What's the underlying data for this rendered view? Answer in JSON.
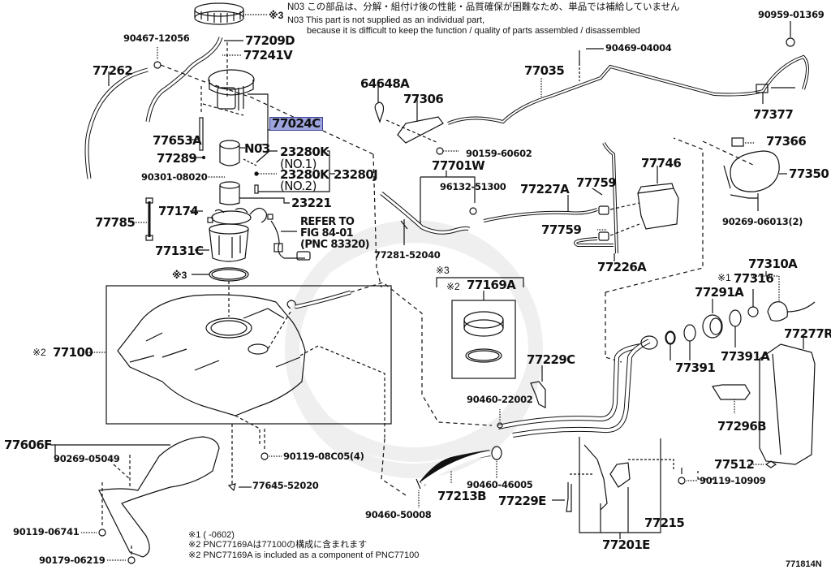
{
  "notes": {
    "n03_jp": "N03 この部品は、分解・組付け後の性能・品質確保が困難なため、単品では補給していません",
    "n03_en_1": "N03 This part is not supplied as an individual part,",
    "n03_en_2": "because it is difficult to keep the function / quality of parts assembled / disassembled",
    "footnote_1": "※1 (        -0602)",
    "footnote_2_jp": "※2 PNC77169Aは77100の構成に含まれます",
    "footnote_2_en": "※2 PNC77169A is included as a component of PNC77100",
    "figure_code": "771814N",
    "refer_line1": "REFER TO",
    "refer_line2": "FIG 84-01",
    "refer_line3": "(PNC 83320)"
  },
  "marks": {
    "star3_top": "※3",
    "star3_gasket": "※3",
    "star3_kit": "※3",
    "star2_tank": "※2",
    "star2_kit": "※2",
    "star1_cap": "※1"
  },
  "highlight_color": "#9da3dc",
  "parts": {
    "p90467_12056": "90467-12056",
    "p77209D": "77209D",
    "p77241V": "77241V",
    "p77262": "77262",
    "p77024C": "77024C",
    "p77653A": "77653A",
    "pN03": "N03",
    "p77289": "77289",
    "p23280K_1": "23280K",
    "no1": "(NO.1)",
    "p23280K_2": "23280K",
    "no2": "(NO.2)",
    "p23280J": "23280J",
    "p90301_08020": "90301-08020",
    "p23221": "23221",
    "p77785": "77785",
    "p77174": "77174",
    "p77131C": "77131C",
    "p77100": "77100",
    "p64648A": "64648A",
    "p77306": "77306",
    "p77035": "77035",
    "p90469_04004": "90469-04004",
    "p90159_60602": "90159-60602",
    "p77701W": "77701W",
    "p96132_51300": "96132-51300",
    "p77227A": "77227A",
    "p77759_a": "77759",
    "p77759_b": "77759",
    "p77746": "77746",
    "p77226A": "77226A",
    "p77281_52040": "77281-52040",
    "p90959_01369": "90959-01369",
    "p77377": "77377",
    "p77366": "77366",
    "p77350": "77350",
    "p90269_06013": "90269-06013(2)",
    "p77310A": "77310A",
    "p77316": "77316",
    "p77291A": "77291A",
    "p77391A": "77391A",
    "p77391": "77391",
    "p77277R": "77277R",
    "p77296B": "77296B",
    "p77512": "77512",
    "p90119_10909": "90119-10909",
    "p77169A": "77169A",
    "p77229C": "77229C",
    "p90460_22002": "90460-22002",
    "p90460_46005": "90460-46005",
    "p77213B": "77213B",
    "p90460_50008": "90460-50008",
    "p77229E": "77229E",
    "p77215": "77215",
    "p77201E": "77201E",
    "p77606F": "77606F",
    "p90269_05049": "90269-05049",
    "p90119_08C05": "90119-08C05(4)",
    "p77645_52020": "77645-52020",
    "p90119_06741": "90119-06741",
    "p90179_06219": "90179-06219"
  }
}
